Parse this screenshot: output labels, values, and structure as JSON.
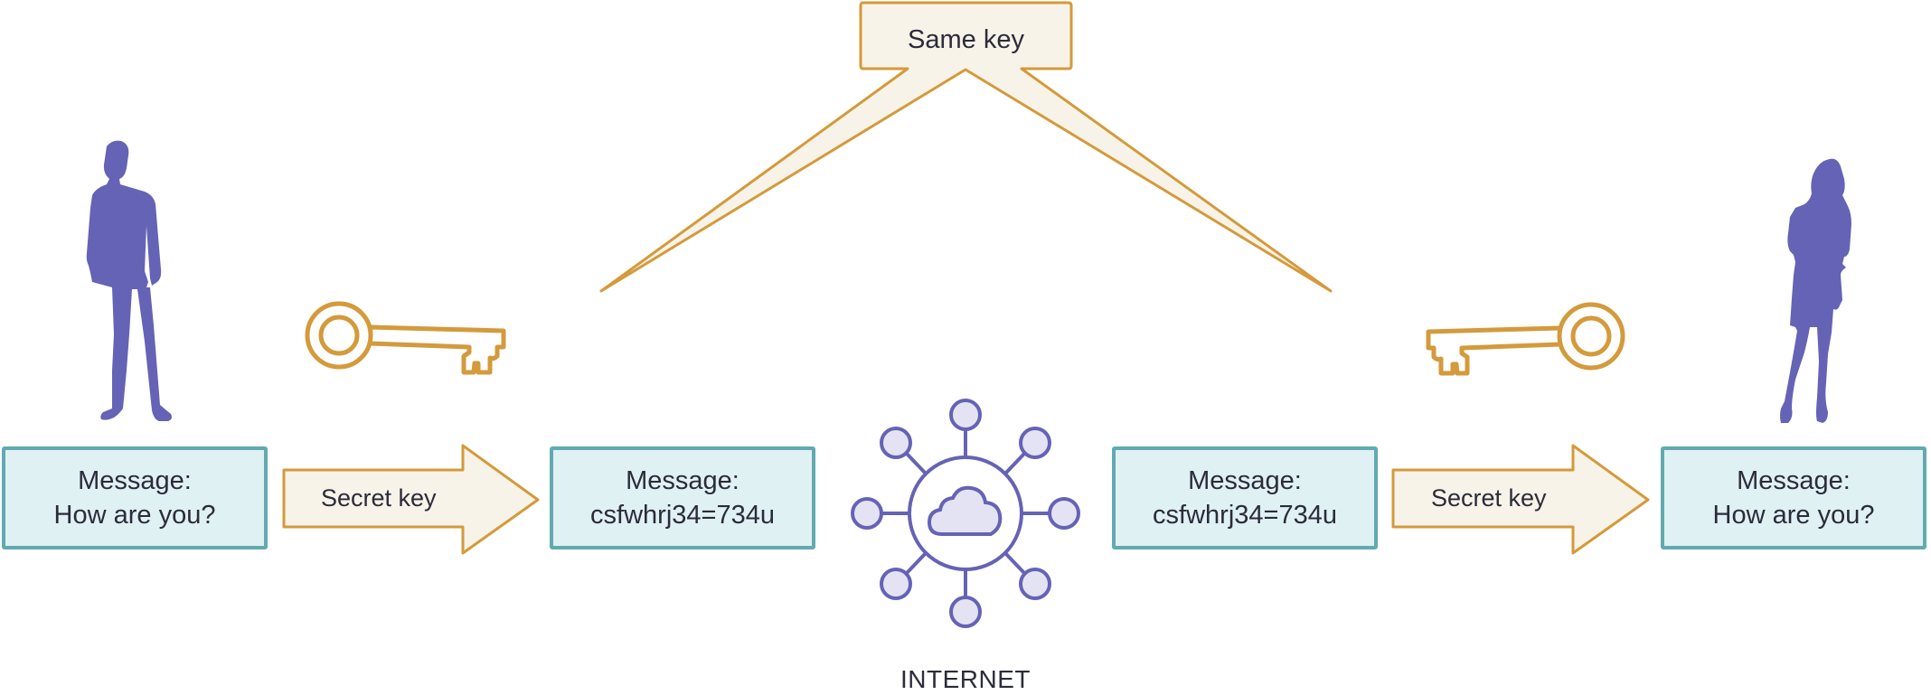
{
  "callout": {
    "label": "Same key"
  },
  "messages": {
    "sender_plain": {
      "line1": "Message:",
      "line2": "How are you?"
    },
    "sender_cipher": {
      "line1": "Message:",
      "line2": "csfwhrj34=734u"
    },
    "receiver_cipher": {
      "line1": "Message:",
      "line2": "csfwhrj34=734u"
    },
    "receiver_plain": {
      "line1": "Message:",
      "line2": "How are you?"
    }
  },
  "arrows": {
    "encrypt": {
      "label": "Secret key"
    },
    "decrypt": {
      "label": "Secret key"
    }
  },
  "network": {
    "label": "INTERNET",
    "icon": "cloud-network-icon"
  },
  "people": {
    "sender": "man-silhouette-icon",
    "receiver": "woman-silhouette-icon"
  },
  "keys": {
    "left": "key-icon",
    "right": "key-icon"
  },
  "colors": {
    "person": "#6563b5",
    "key": "#d49a3b",
    "callout_fill": "#f8f3e8",
    "box_fill": "#e0f1f4",
    "box_border": "#62aab0",
    "network": "#6563b5",
    "network_fill": "#e4e3f4"
  }
}
